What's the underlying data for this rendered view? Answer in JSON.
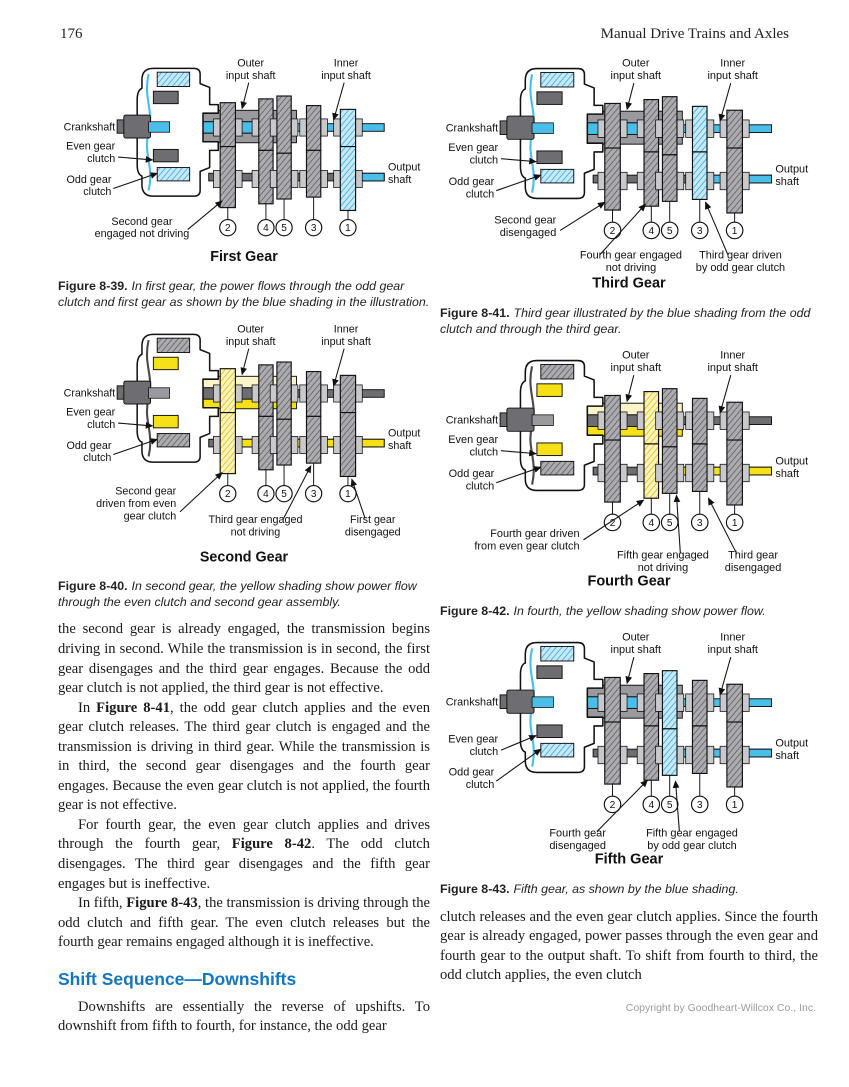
{
  "header": {
    "page_number": "176",
    "running_title": "Manual Drive Trains and Axles"
  },
  "colors": {
    "heading_blue": "#1476BE",
    "highlight_blue": "#49BEE9",
    "highlight_blue_light": "#C7E9F7",
    "highlight_yellow": "#F6E017",
    "highlight_yellow_light": "#FBF4C8",
    "gear_gray": "#ACACB0",
    "shaft_dark": "#6E6E72"
  },
  "diagram_common": {
    "labels": {
      "outer_input_shaft": [
        "Outer",
        "input shaft"
      ],
      "inner_input_shaft": [
        "Inner",
        "input shaft"
      ],
      "crankshaft": [
        "Crankshaft"
      ],
      "even_gear_clutch": [
        "Even gear",
        "clutch"
      ],
      "odd_gear_clutch": [
        "Odd gear",
        "clutch"
      ],
      "output_shaft": [
        "Output",
        "shaft"
      ],
      "gear_numbers": [
        "2",
        "4",
        "5",
        "3",
        "1"
      ]
    }
  },
  "figures": [
    {
      "id": "fig-8-39",
      "title": "First Gear",
      "highlight": "blue",
      "driven_gear": "1",
      "annotations": [
        [
          "Second gear",
          "engaged not driving"
        ]
      ],
      "caption_label": "Figure 8-39.",
      "caption_text": "In first gear, the power flows through the odd gear clutch and first gear as shown by the blue shading in the illustration."
    },
    {
      "id": "fig-8-40",
      "title": "Second Gear",
      "highlight": "yellow",
      "driven_gear": "2",
      "annotations": [
        [
          "Second gear",
          "driven from even",
          "gear clutch"
        ],
        [
          "Third gear engaged",
          "not driving"
        ],
        [
          "First gear",
          "disengaged"
        ]
      ],
      "caption_label": "Figure 8-40.",
      "caption_text": "In second gear, the yellow shading show power flow through the even clutch and second gear assembly."
    },
    {
      "id": "fig-8-41",
      "title": "Third Gear",
      "highlight": "blue",
      "driven_gear": "3",
      "annotations": [
        [
          "Second gear",
          "disengaged"
        ],
        [
          "Fourth gear engaged",
          "not driving"
        ],
        [
          "Third gear driven",
          "by odd gear clutch"
        ]
      ],
      "caption_label": "Figure 8-41.",
      "caption_text": "Third gear illustrated by the blue shading from the odd clutch and through the third gear."
    },
    {
      "id": "fig-8-42",
      "title": "Fourth Gear",
      "highlight": "yellow",
      "driven_gear": "4",
      "annotations": [
        [
          "Fourth gear driven",
          "from even gear clutch"
        ],
        [
          "Fifth gear engaged",
          "not driving"
        ],
        [
          "Third gear",
          "disengaged"
        ]
      ],
      "caption_label": "Figure 8-42.",
      "caption_text": "In fourth, the yellow shading show power flow."
    },
    {
      "id": "fig-8-43",
      "title": "Fifth Gear",
      "highlight": "blue",
      "driven_gear": "5",
      "annotations": [
        [
          "Fourth gear",
          "disengaged"
        ],
        [
          "Fifth gear engaged",
          "by odd gear clutch"
        ]
      ],
      "caption_label": "Figure 8-43.",
      "caption_text": "Fifth gear, as shown by the blue shading."
    }
  ],
  "body": {
    "left_paragraphs": [
      {
        "indent": false,
        "segments": [
          {
            "t": "the second gear is already engaged, the transmission begins driving in second. While the transmission is in second, the first gear disengages and the third gear engages. Because the odd gear clutch is not applied, the third gear is not effective."
          }
        ]
      },
      {
        "indent": true,
        "segments": [
          {
            "t": "In "
          },
          {
            "t": "Figure 8-41",
            "b": true
          },
          {
            "t": ", the odd gear clutch applies and the even gear clutch releases. The third gear clutch is engaged and the transmission is driving in third gear. While the transmission is in third, the second gear disengages and the fourth gear engages. Because the even gear clutch is not applied, the fourth gear is not effective."
          }
        ]
      },
      {
        "indent": true,
        "segments": [
          {
            "t": "For fourth gear, the even gear clutch applies and drives through the fourth gear, "
          },
          {
            "t": "Figure 8-42",
            "b": true
          },
          {
            "t": ". The odd clutch disengages. The third gear disengages and the fifth gear engages but is ineffective."
          }
        ]
      },
      {
        "indent": true,
        "segments": [
          {
            "t": "In fifth, "
          },
          {
            "t": "Figure 8-43",
            "b": true
          },
          {
            "t": ", the transmission is driving through the odd clutch and fifth gear. The even clutch releases but the fourth gear remains engaged although it is ineffective."
          }
        ]
      }
    ],
    "section_heading": "Shift Sequence—Downshifts",
    "after_heading_paragraphs": [
      {
        "indent": true,
        "segments": [
          {
            "t": "Downshifts are essentially the reverse of upshifts. To downshift from fifth to fourth, for instance, the odd gear"
          }
        ]
      }
    ],
    "right_paragraphs": [
      {
        "indent": false,
        "segments": [
          {
            "t": "clutch releases and the even gear clutch applies. Since the fourth gear is already engaged, power passes through the even gear and fourth gear to the output shaft. To shift from fourth to third, the odd clutch applies, the even clutch"
          }
        ]
      }
    ]
  },
  "footer": {
    "copyright": "Copyright by Goodheart-Willcox Co., Inc."
  }
}
